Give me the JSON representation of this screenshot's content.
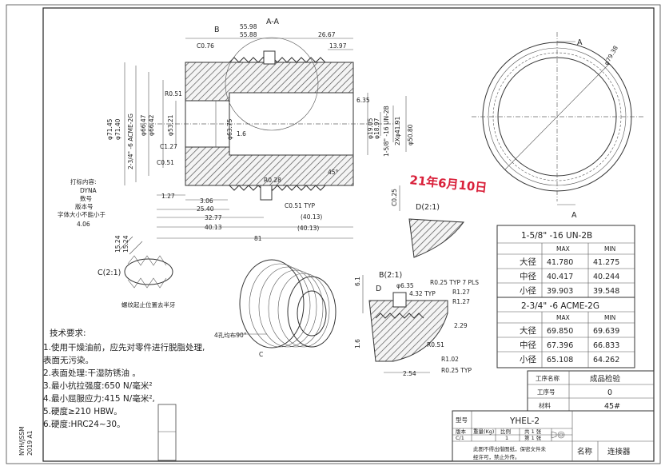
{
  "views": {
    "main": {
      "section_label": "A-A",
      "detail_b_marker": "B",
      "dims": {
        "d1": "55.98",
        "d2": "55.88",
        "d3": "26.67",
        "d4": "13.97",
        "c076": "C0.76",
        "r051": "R0.51",
        "d635": "6.35",
        "phi7145": "φ71.45",
        "phi7140": "φ71.40",
        "acme": "2-3/4\" -6 ACME-2G",
        "phi6647": "φ66.47",
        "phi6642": "φ66.42",
        "phi6375": "φ63.75",
        "phi5321": "φ53.21",
        "unc": "1-5/8\" -16 UN-2B",
        "phi1905": "φ19.05",
        "phi1897": "φ18.97",
        "phi4191": "2Xφ41.91",
        "phi5080": "φ50.80",
        "c127": "C1.27",
        "c051": "C0.51",
        "r028": "R0.28",
        "d16": "1.6",
        "a45": "45°",
        "b127": "1.27",
        "b306": "3.06",
        "b2540": "25.40",
        "b3277": "32.77",
        "b4013": "40.13",
        "b81": "81",
        "c051typ": "C0.51 TYP",
        "p4013a": "(40.13)",
        "p4013b": "(40.13)"
      }
    },
    "marking_note": [
      "打标内容:",
      "DYNA",
      "数号",
      "版本号",
      "字体大小不能小于",
      "4.06"
    ],
    "end_view": {
      "phi": "φ79.38",
      "a_top": "A",
      "a_bottom": "A"
    },
    "stamp": "21年6月10日",
    "detail_d": {
      "label": "D(2:1)",
      "dim": "C0.25"
    },
    "detail_c": {
      "label": "C(2:1)",
      "d1": "15.24",
      "d2": "15.24",
      "note": "螺纹起止位置去半牙"
    },
    "iso_view": {
      "holes_note": "4孔均布90°",
      "c_marker": "C"
    },
    "detail_b": {
      "label": "B(2:1)",
      "d_marker": "D",
      "phi635": "φ6.35",
      "r025typ7": "R0.25 TYP 7 PLS",
      "r127": "R1.27",
      "d432": "4.32 TYP",
      "r2": "R1.27",
      "d61": "6.1",
      "d229": "2.29",
      "d16": "1.6",
      "r051": "R0.51",
      "r102": "R1.02",
      "d254": "2.54",
      "r025typ": "R0.25 TYP"
    }
  },
  "tech_req": {
    "title": "技术要求:",
    "items": [
      "1.使用干燥油前，应先对零件进行脱脂处理,",
      "表面无污染。",
      "2.表面处理:干湿防锈油 。",
      "3.最小抗拉强度:650 N/毫米²",
      "4.最小屈服应力:415 N/毫米²,",
      "5.硬度≥210 HBW。",
      "6.硬度:HRC24~30。"
    ]
  },
  "side_note": [
    "NYH/JSSM",
    "2019 A1"
  ],
  "thread_table_1": {
    "title": "1-5/8\" -16 UN-2B",
    "headers": [
      "",
      "MAX",
      "MIN"
    ],
    "rows": [
      [
        "大径",
        "41.780",
        "41.275"
      ],
      [
        "中径",
        "40.417",
        "40.244"
      ],
      [
        "小径",
        "39.903",
        "39.548"
      ]
    ]
  },
  "thread_table_2": {
    "title": "2-3/4\" -6 ACME-2G",
    "headers": [
      "",
      "MAX",
      "MIN"
    ],
    "rows": [
      [
        "大径",
        "69.850",
        "69.639"
      ],
      [
        "中径",
        "67.396",
        "66.833"
      ],
      [
        "小径",
        "65.108",
        "64.262"
      ]
    ]
  },
  "title_block": {
    "process_name_label": "工序名称",
    "process_name": "成品检验",
    "process_no_label": "工序号",
    "process_no": "0",
    "material_label": "材料",
    "material": "45#",
    "model_label": "型号",
    "model": "YHEL-2",
    "version_label": "版本",
    "weight_label": "重量(Kg)",
    "scale_label": "比例",
    "sheet_label": "共 1 张",
    "sheet_no": "第 1 张",
    "version": "C/1",
    "scale": "1",
    "name_label": "名称",
    "name": "连接器",
    "confidential": [
      "此图不得出借图纸，保密文件未",
      "经许可，禁止外传。"
    ]
  }
}
